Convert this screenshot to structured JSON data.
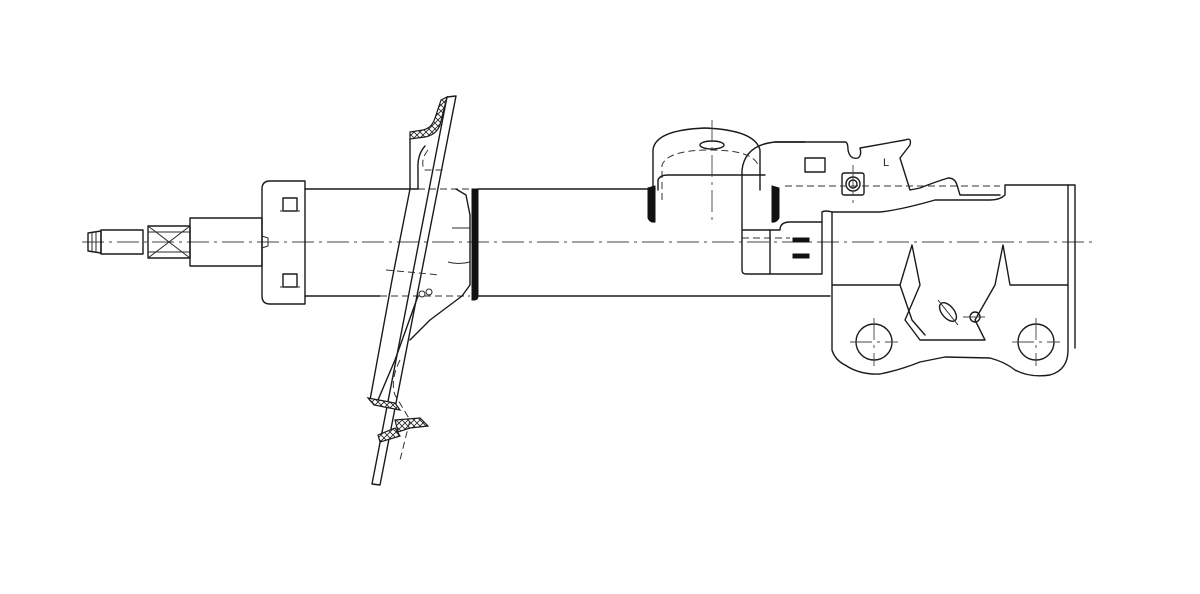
{
  "drawing": {
    "type": "technical-line-drawing",
    "subject": "suspension strut / shock absorber side view",
    "background": "#ffffff",
    "line_color": "#1a1a1a",
    "labels": {
      "side_marker": "L"
    }
  }
}
